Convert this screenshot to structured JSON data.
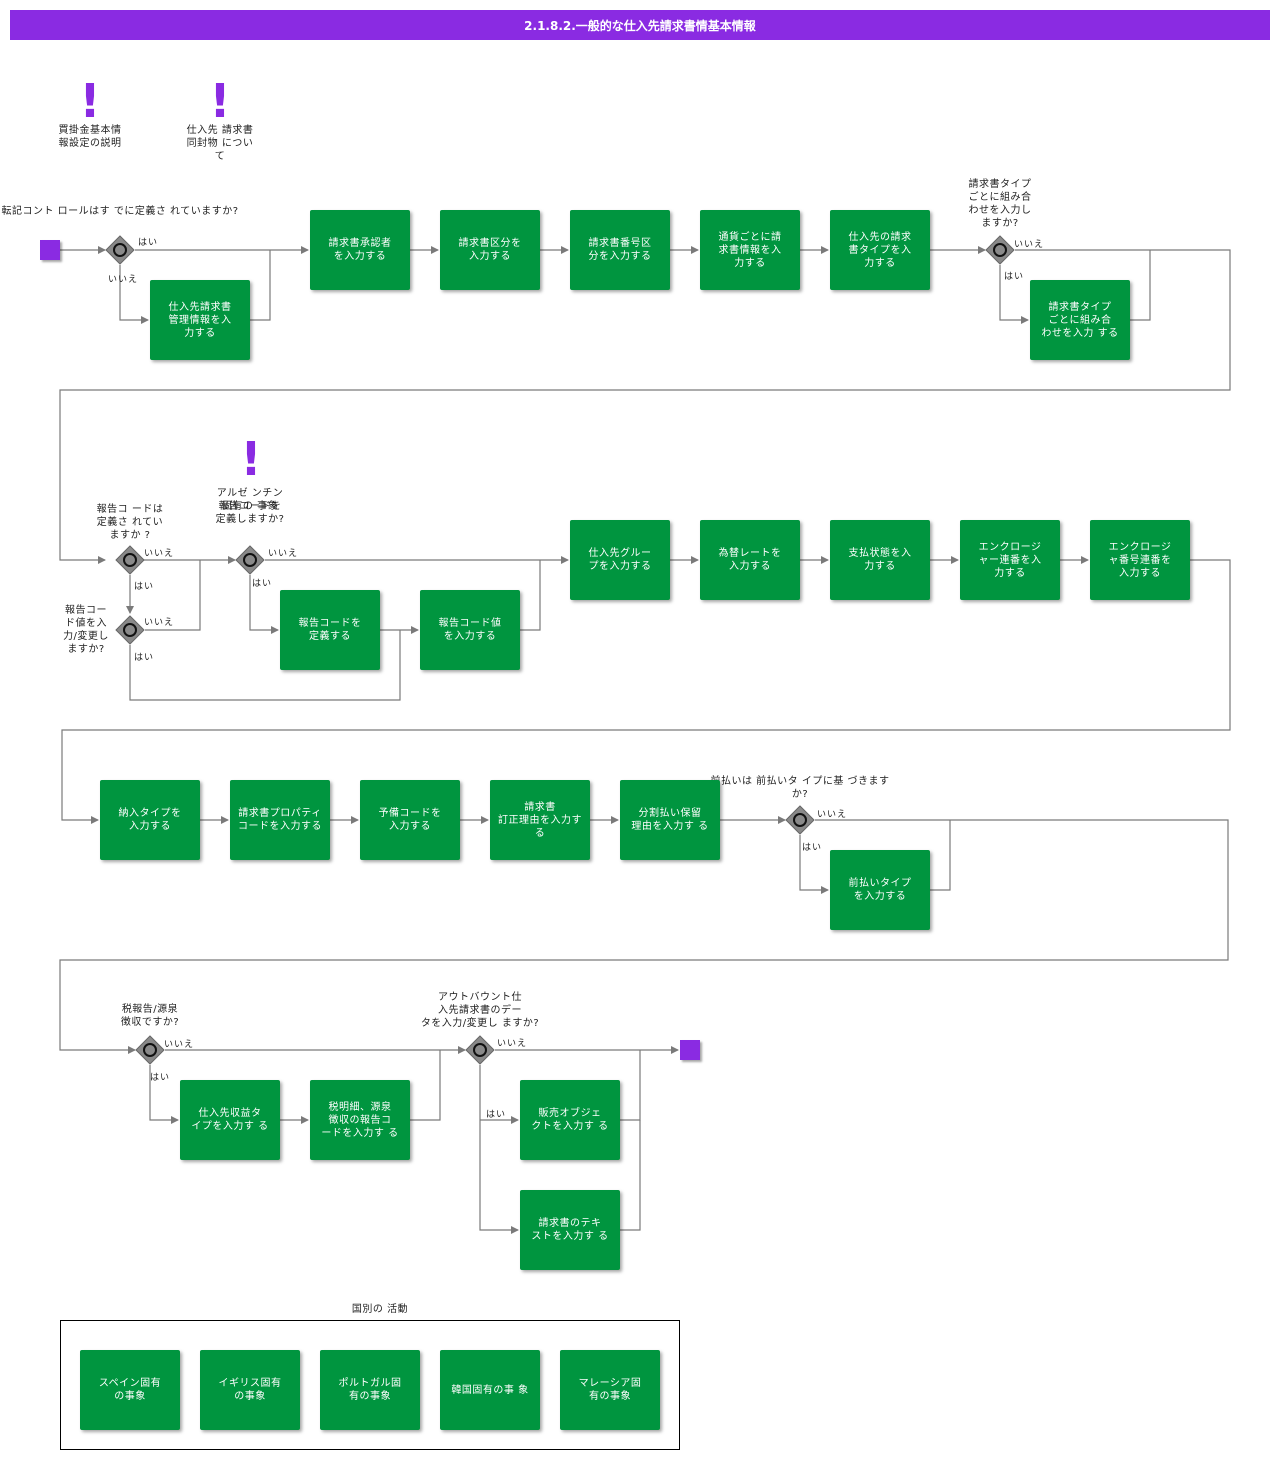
{
  "title": "2.1.8.2.一般的な仕入先請求書情基本情報",
  "colors": {
    "header": "#8a2be2",
    "task": "#00953f",
    "event": "#8a2be2",
    "gateway": "#8a8a8a"
  },
  "notes": [
    {
      "label": "買掛金基本情\n報設定の説明"
    },
    {
      "label": "仕入先 請求書\n同封物 につい\nて"
    },
    {
      "label": "アルゼ ンチン\n固有の 事象"
    }
  ],
  "questions": {
    "q1": "転記コント ロールはす でに定義さ れていますか?",
    "q2": "請求書タイプ\nごとに組み合\nわせを入力し\nますか?",
    "q3": "報告コ ードは\n定義さ れてい\nますか ?",
    "q4": "報告コー\nド値を入\n力/変更し\nますか?",
    "q5": "報告コードを定義しますか?",
    "q6": "前払いは 前払いタ イプに基 づきます\nか?",
    "q7": "税報告/源泉\n徴収ですか?",
    "q8": "アウトバウント仕\n入先請求書のデー\nタを入力/変更し ますか?"
  },
  "yes": "はい",
  "no": "いいえ",
  "tasks": {
    "t1": "仕入先請求書\n管理情報を入\n力する",
    "t2": "請求書承認者\nを入力する",
    "t3": "請求書区分を\n入力する",
    "t4": "請求書番号区\n分を入力する",
    "t5": "通貨ごとに請\n求書情報を入\n力する",
    "t6": "仕入先の請求\n書タイプを入\n力する",
    "t7": "請求書タイプ\nごとに組み合\nわせを入力 する",
    "t8": "報告コードを\n定義する",
    "t9": "報告コード値\nを入力する",
    "t10": "仕入先グルー\nプを入力する",
    "t11": "為替レートを\n入力する",
    "t12": "支払状態を入\n力する",
    "t13": "エンクロージ\nャー連番を入\n力する",
    "t14": "エンクロージ\nャ番号連番を\n入力する",
    "t15": "納入タイプを\n入力する",
    "t16": "請求書プロパティ\nコードを入力する",
    "t17": "予備コードを\n入力する",
    "t18": "請求書\n訂正理由を入力する",
    "t19": "分割払い保留\n理由を入力す る",
    "t20": "前払いタイプ\nを入力する",
    "t21": "仕入先収益タ\nイプを入力す る",
    "t22": "税明細、源泉\n徴収の報告コ\nードを入力す る",
    "t23": "販売オブジェ\nクトを入力す る",
    "t24": "請求書のテキ\nストを入力す る"
  },
  "group": {
    "label": "国別の 活動",
    "items": [
      "スペイン固有\nの事象",
      "イギリス固有\nの事象",
      "ポルトガル固\n有の事象",
      "韓国固有の事 象",
      "マレーシア固\n有の事象"
    ]
  }
}
